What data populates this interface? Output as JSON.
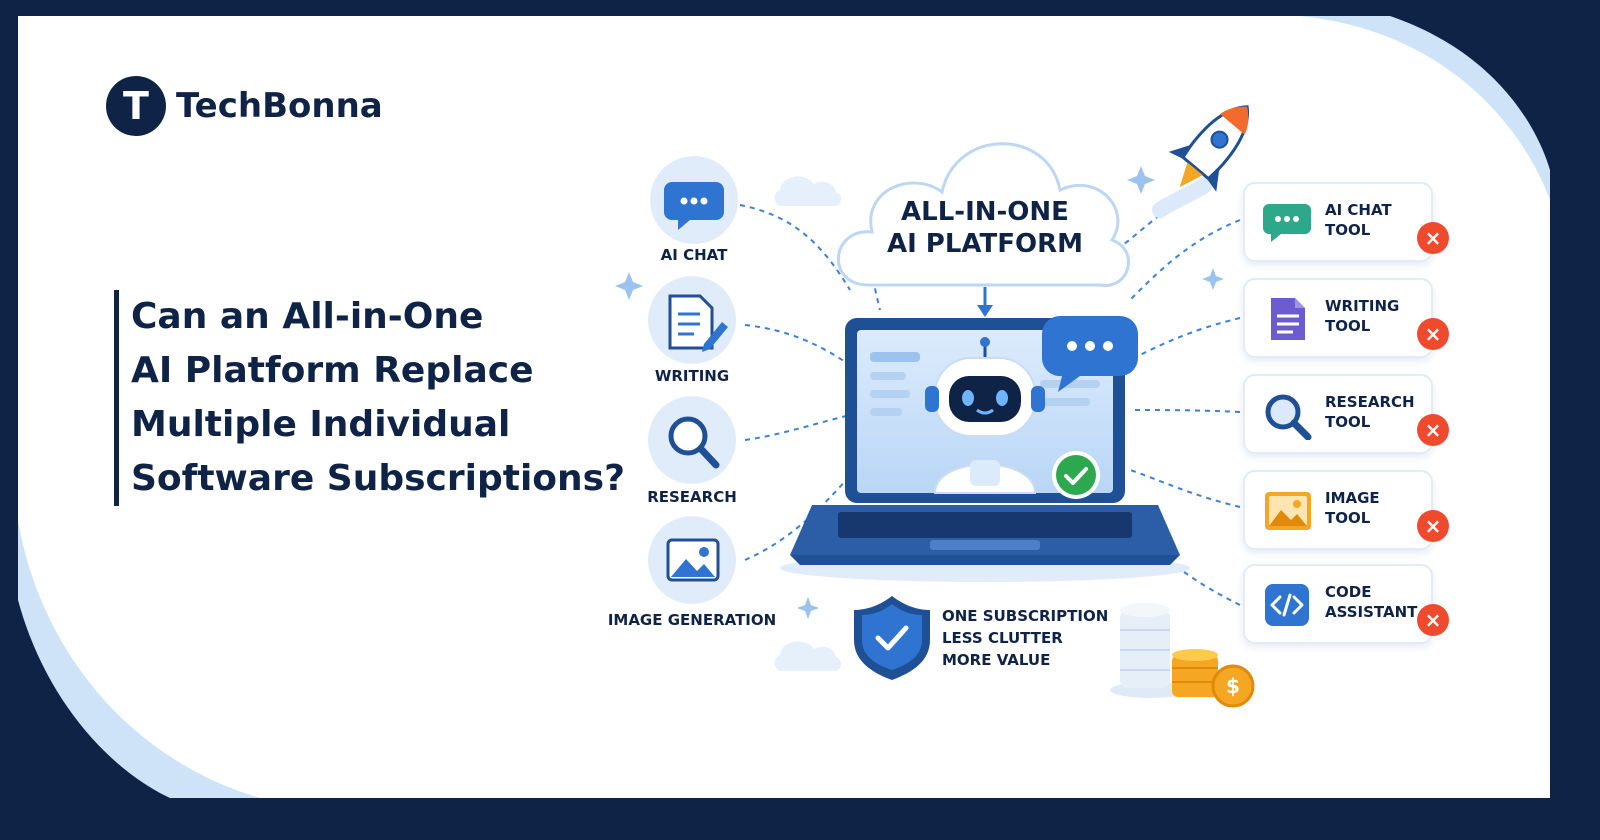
{
  "brand": {
    "logo_letter": "T",
    "name": "TechBonna"
  },
  "headline": {
    "lines": [
      "Can an All-in-One",
      "AI Platform Replace",
      "Multiple Individual",
      "Software Subscriptions?"
    ]
  },
  "cloud": {
    "lines": [
      "ALL-IN-ONE",
      "AI PLATFORM"
    ]
  },
  "features": [
    {
      "label": "AI CHAT",
      "icon": "chat-bubble-icon"
    },
    {
      "label": "WRITING",
      "icon": "document-pen-icon"
    },
    {
      "label": "RESEARCH",
      "icon": "magnifier-icon"
    },
    {
      "label": "IMAGE GENERATION",
      "icon": "image-icon"
    }
  ],
  "tools": [
    {
      "lines": [
        "AI CHAT TOOL"
      ],
      "icon": "chat-bubble-icon",
      "status": "close-icon"
    },
    {
      "lines": [
        "WRITING",
        "TOOL"
      ],
      "icon": "document-icon",
      "status": "close-icon"
    },
    {
      "lines": [
        "RESEARCH",
        "TOOL"
      ],
      "icon": "magnifier-icon",
      "status": "close-icon"
    },
    {
      "lines": [
        "IMAGE",
        "TOOL"
      ],
      "icon": "image-icon",
      "status": "close-icon"
    },
    {
      "lines": [
        "CODE",
        "ASSISTANT"
      ],
      "icon": "code-icon",
      "status": "close-icon"
    }
  ],
  "benefits": {
    "lines": [
      "ONE SUBSCRIPTION",
      "LESS CLUTTER",
      "MORE VALUE"
    ],
    "icon": "shield-check-icon"
  },
  "glyphs": {
    "close": "×",
    "coin": "$"
  },
  "colors": {
    "navy": "#0f2347",
    "blue": "#2f74d0",
    "light_blue": "#dbe9fb",
    "red": "#ef4a2d",
    "gold": "#f5a623",
    "green": "#2ea84f"
  }
}
